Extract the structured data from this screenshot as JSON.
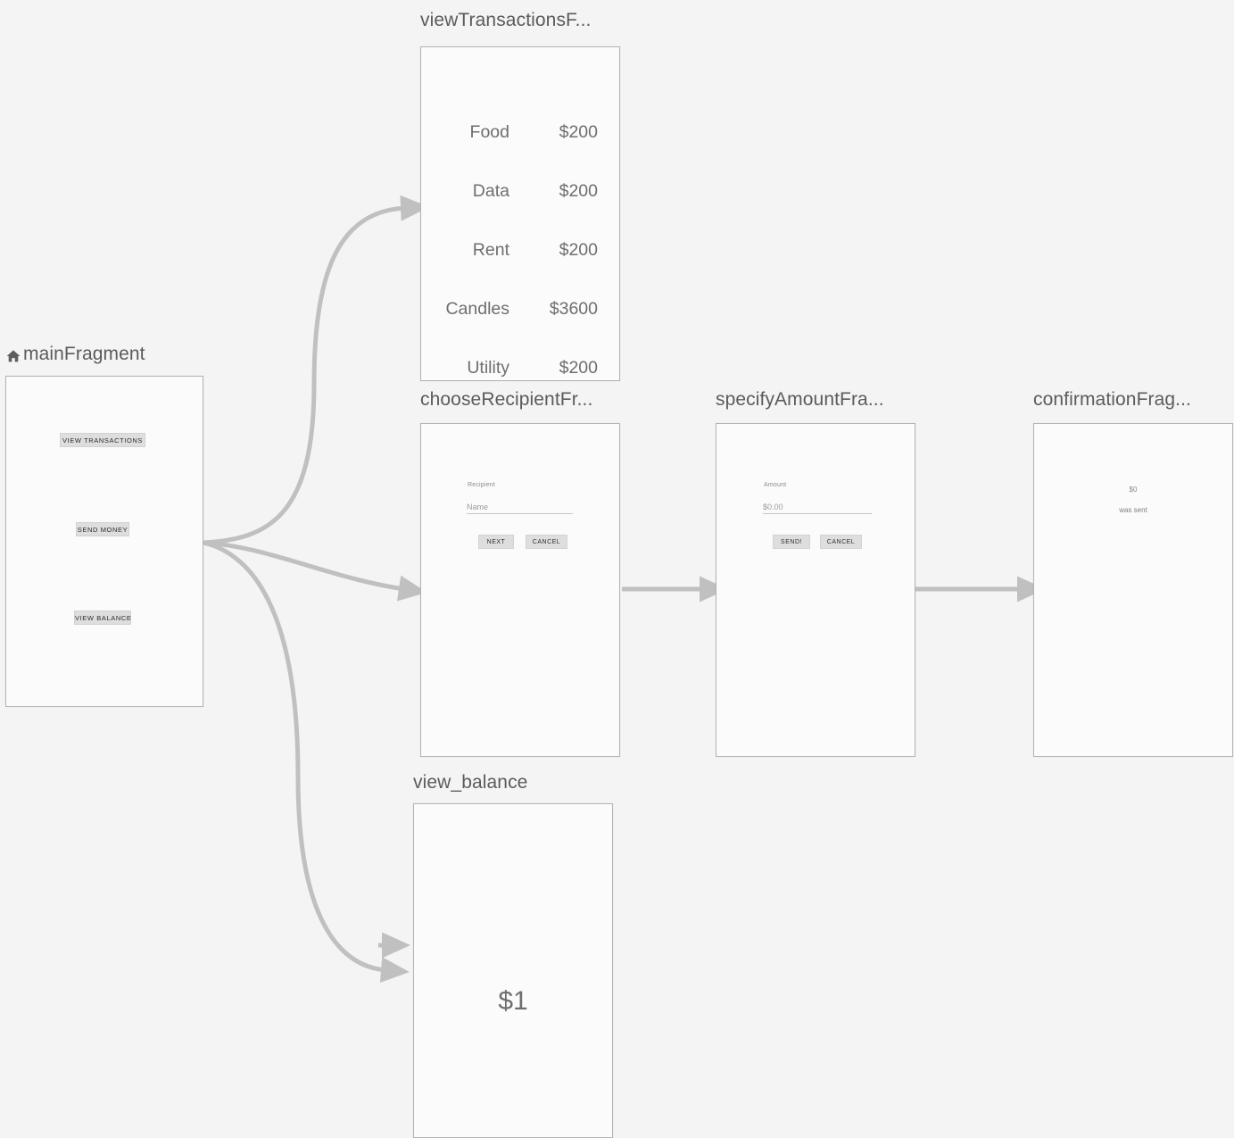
{
  "canvas": {
    "background": "#f4f4f4",
    "edge_color": "#c0c0c0",
    "frame_border": "#b4b4b4",
    "frame_fill": "#fbfbfb",
    "title_color": "#5b5b5b"
  },
  "nodes": {
    "main": {
      "title": "mainFragment",
      "start_icon": "home-icon",
      "buttons": [
        {
          "label": "VIEW TRANSACTIONS"
        },
        {
          "label": "SEND MONEY"
        },
        {
          "label": "VIEW BALANCE"
        }
      ]
    },
    "view_transactions": {
      "title": "viewTransactionsF...",
      "rows": [
        {
          "label": "Food",
          "amount": "$200"
        },
        {
          "label": "Data",
          "amount": "$200"
        },
        {
          "label": "Rent",
          "amount": "$200"
        },
        {
          "label": "Candles",
          "amount": "$3600"
        },
        {
          "label": "Utility",
          "amount": "$200"
        }
      ]
    },
    "choose_recipient": {
      "title": "chooseRecipientFr...",
      "field_label": "Recipient",
      "field_value": "Name",
      "primary_button": "NEXT",
      "secondary_button": "CANCEL"
    },
    "specify_amount": {
      "title": "specifyAmountFra...",
      "field_label": "Amount",
      "field_value": "$0.00",
      "primary_button": "SEND!",
      "secondary_button": "CANCEL"
    },
    "confirmation": {
      "title": "confirmationFrag...",
      "amount": "$0",
      "message": "was sent"
    },
    "view_balance": {
      "title": "view_balance",
      "amount": "$1"
    }
  }
}
